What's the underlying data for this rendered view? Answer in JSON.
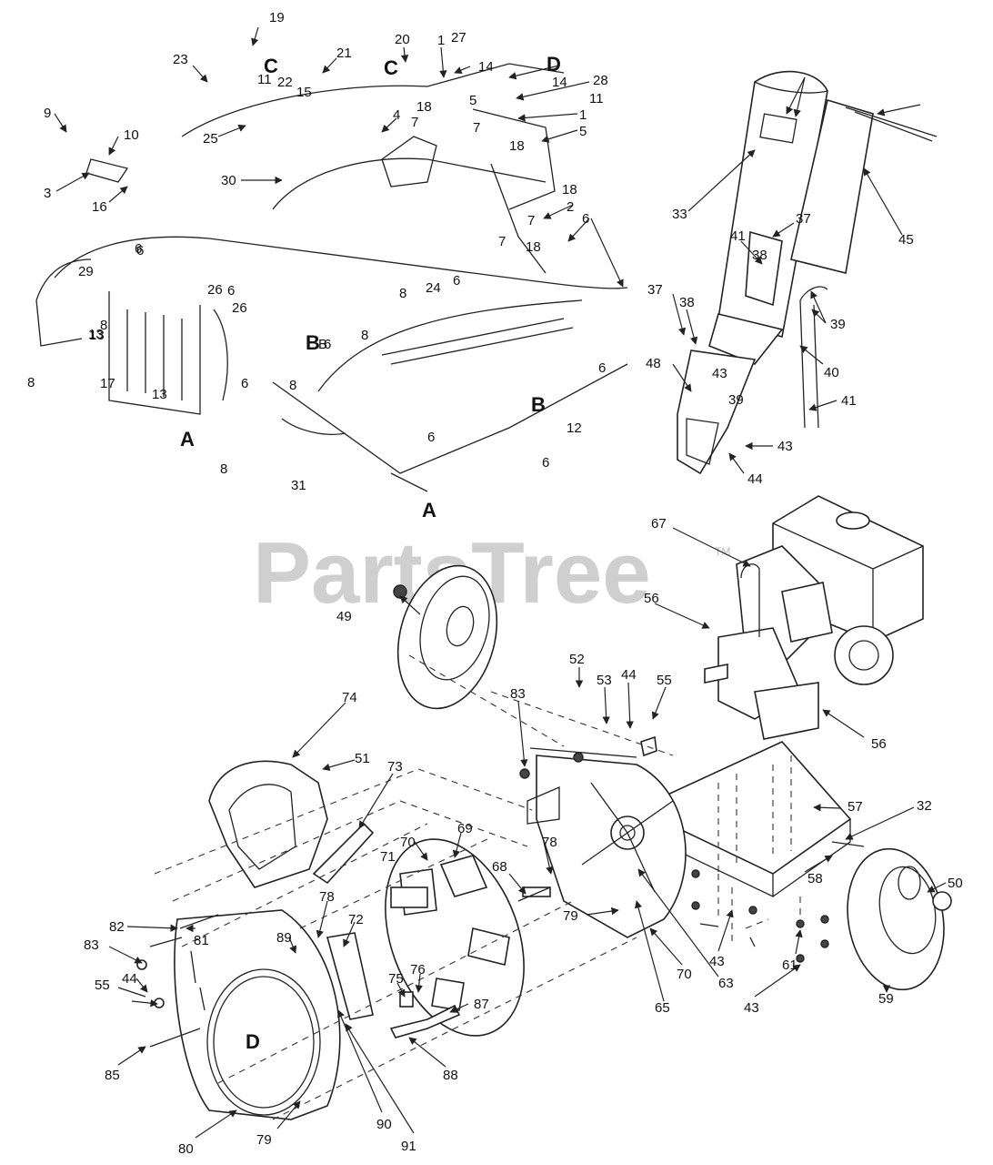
{
  "watermark": {
    "text": "PartsTree",
    "trademark": "TM"
  },
  "section_letters": [
    {
      "id": "D-top",
      "text": "D"
    },
    {
      "id": "B-left",
      "text": "B"
    },
    {
      "id": "B-right",
      "text": "B"
    },
    {
      "id": "A-left",
      "text": "A"
    },
    {
      "id": "A-bottom",
      "text": "A"
    },
    {
      "id": "C-left",
      "text": "C"
    },
    {
      "id": "C-mid",
      "text": "C"
    },
    {
      "id": "D-housing",
      "text": "D"
    }
  ],
  "callouts": [
    "19",
    "20",
    "1",
    "27",
    "14",
    "23",
    "21",
    "11",
    "22",
    "15",
    "9",
    "10",
    "3",
    "16",
    "25",
    "30",
    "4",
    "7",
    "18",
    "5",
    "28",
    "14",
    "11",
    "1",
    "5",
    "18",
    "7",
    "18",
    "2",
    "6",
    "6",
    "7",
    "7",
    "18",
    "6",
    "29",
    "6",
    "26",
    "8",
    "13",
    "8",
    "24",
    "6",
    "8",
    "8",
    "13",
    "17",
    "6",
    "8",
    "6",
    "B",
    "6",
    "12",
    "31",
    "6",
    "8",
    "6",
    "13",
    "26",
    "33",
    "45",
    "37",
    "41",
    "38",
    "37",
    "38",
    "39",
    "40",
    "48",
    "43",
    "39",
    "41",
    "43",
    "44",
    "67",
    "49",
    "56",
    "52",
    "53",
    "44",
    "55",
    "56",
    "83",
    "74",
    "51",
    "73",
    "57",
    "32",
    "70",
    "69",
    "71",
    "78",
    "68",
    "58",
    "50",
    "82",
    "78",
    "72",
    "81",
    "89",
    "83",
    "79",
    "43",
    "70",
    "63",
    "61",
    "55",
    "44",
    "75",
    "76",
    "87",
    "65",
    "59",
    "43",
    "85",
    "88",
    "80",
    "79",
    "90",
    "91"
  ]
}
